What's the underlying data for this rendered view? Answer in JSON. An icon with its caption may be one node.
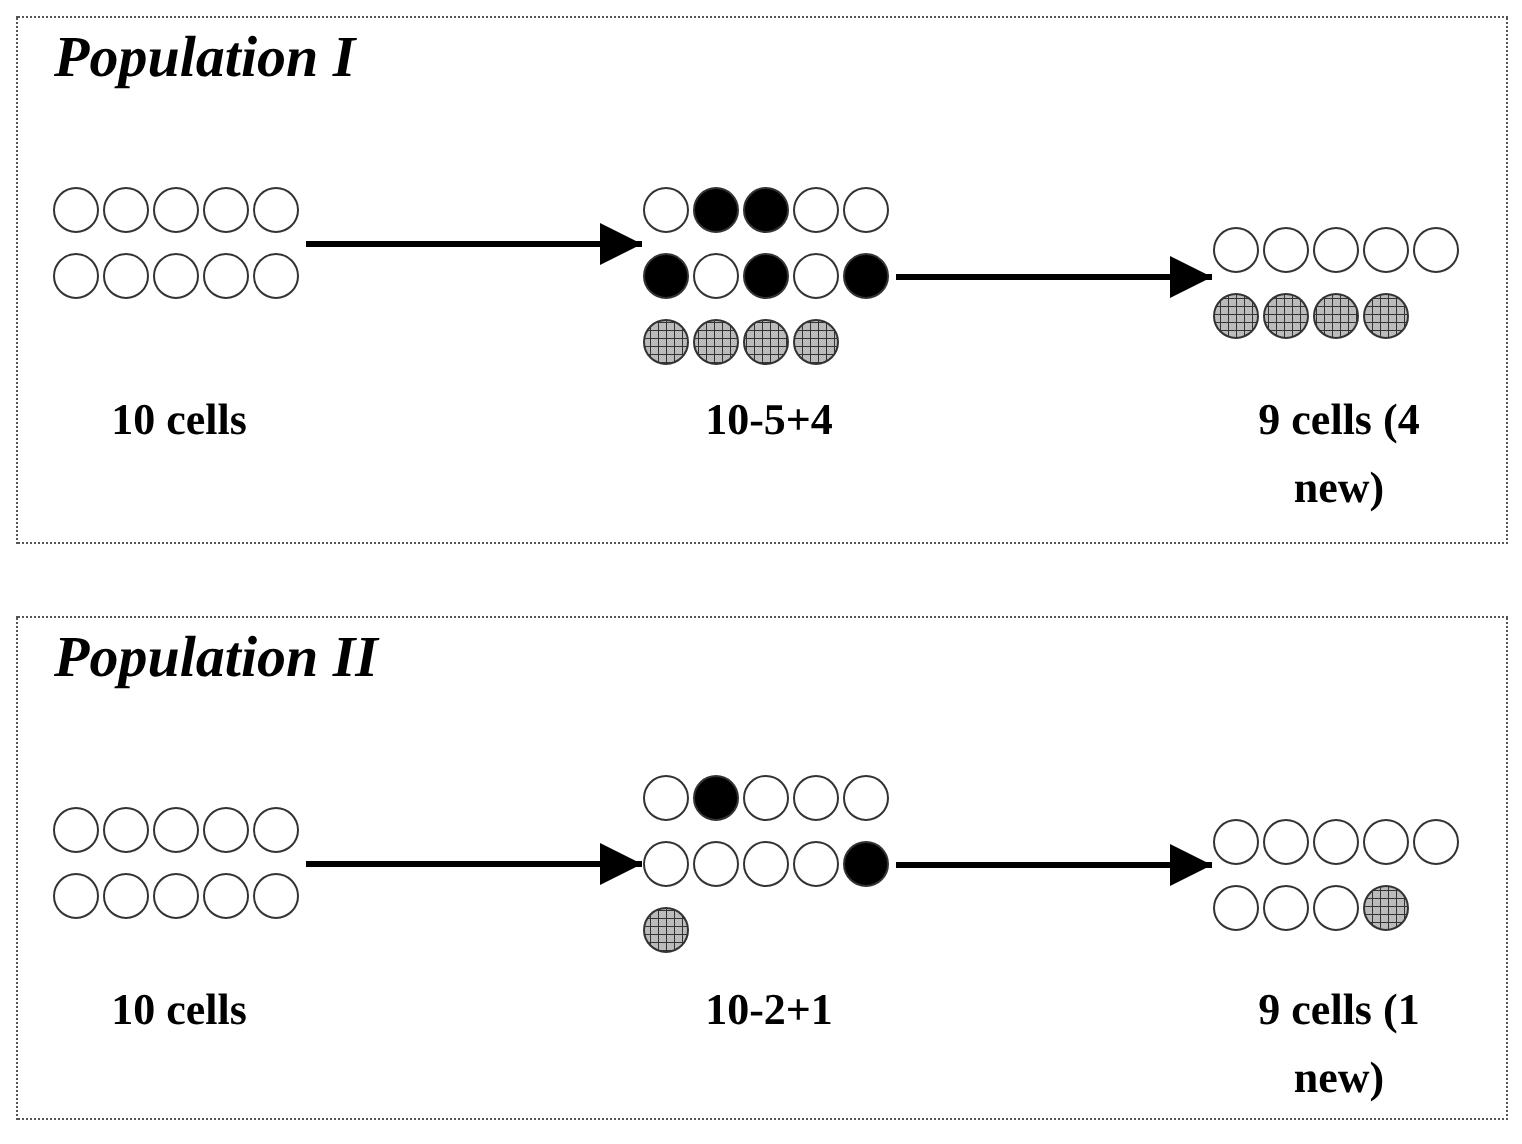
{
  "diagram": {
    "nodes": [
      {
        "text": [
          "Population I"
        ]
      },
      {
        "text": [
          "10 cells"
        ],
        "in": 0
      },
      {
        "text": [
          "10-5+4"
        ],
        "in": 0
      },
      {
        "text": [
          "9 cells (4 new)"
        ],
        "in": 0
      },
      {
        "text": [
          "Population II"
        ]
      },
      {
        "text": [
          "10 cells"
        ],
        "in": 4
      },
      {
        "text": [
          "10-2+1"
        ],
        "in": 4
      },
      {
        "text": [
          "9 cells (1 new)"
        ],
        "in": 4
      }
    ],
    "edges": [
      {
        "from": 1,
        "to": 2,
        "arrow": "to"
      },
      {
        "from": 2,
        "to": 3,
        "arrow": "to"
      },
      {
        "from": 5,
        "to": 6,
        "arrow": "to"
      },
      {
        "from": 6,
        "to": 7,
        "arrow": "to"
      }
    ]
  }
}
